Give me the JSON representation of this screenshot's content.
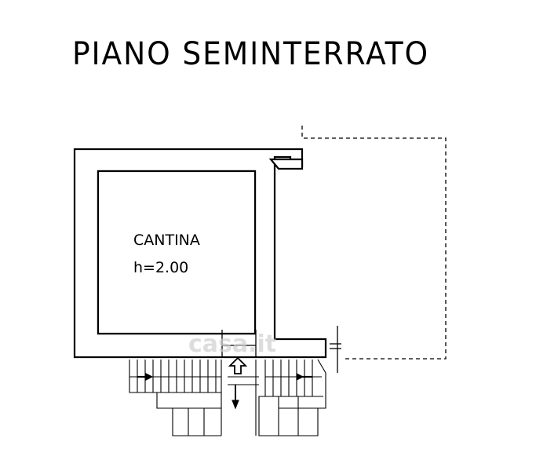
{
  "title": "PIANO SEMINTERRATO",
  "room": {
    "name": "CANTINA",
    "height": "h=2.00"
  },
  "watermark": "casa.it",
  "colors": {
    "line": "#000000",
    "wall": "#ffffff",
    "watermark": "#cfcfcf"
  }
}
